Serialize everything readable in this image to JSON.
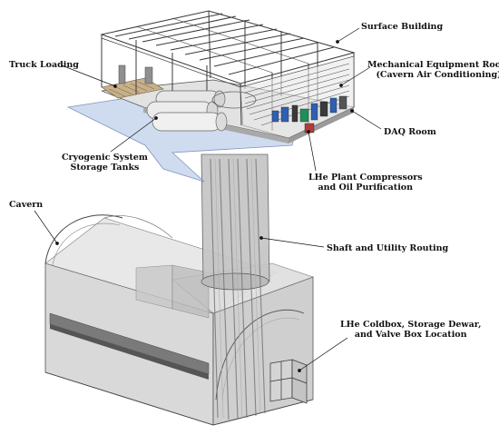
{
  "labels": {
    "surface_building": "Surface Building",
    "mech_room_line1": "Mechanical Equipment Room",
    "mech_room_line2": "(Cavern Air Conditioning)",
    "truck_loading": "Truck Loading",
    "daq_room": "DAQ Room",
    "cryo_tanks_line1": "Cryogenic System",
    "cryo_tanks_line2": "Storage Tanks",
    "lhe_plant_line1": "LHe Plant Compressors",
    "lhe_plant_line2": "and Oil Purification",
    "cavern": "Cavern",
    "shaft": "Shaft and Utility Routing",
    "coldbox_line1": "LHe Coldbox, Storage Dewar,",
    "coldbox_line2": "and Valve Box Location"
  }
}
